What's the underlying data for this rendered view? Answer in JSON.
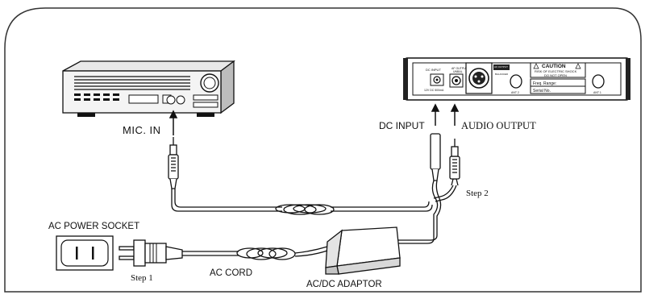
{
  "labels": {
    "mic_in": "MIC. IN",
    "dc_input": "DC INPUT",
    "audio_output": "AUDIO OUTPUT",
    "step2": "Step 2",
    "ac_power_socket": "AC POWER SOCKET",
    "step1": "Step 1",
    "ac_cord": "AC CORD",
    "adaptor": "AC/DC ADAPTOR"
  },
  "receiver_panel": {
    "dc_input_small": "DC INPUT",
    "dc_spec": "12V DC 500mA",
    "af_output": "AF OUTPUT",
    "unbal": "UNBAL",
    "af_output_bal": "AF OUTPUT",
    "balanced": "BALANCED",
    "caution": "CAUTION",
    "risk": "RISK OF ELECTRIC SHOCK",
    "do_not_open": "DO NOT OPEN",
    "freq_range": "Freq. Range:",
    "serial_no": "Serial No.",
    "ant2": "ANT 2",
    "ant1": "ANT 1"
  },
  "colors": {
    "line": "#111111",
    "panel_bg": "#ffffff",
    "shade": "#c8c8c8",
    "border": "#333333"
  }
}
